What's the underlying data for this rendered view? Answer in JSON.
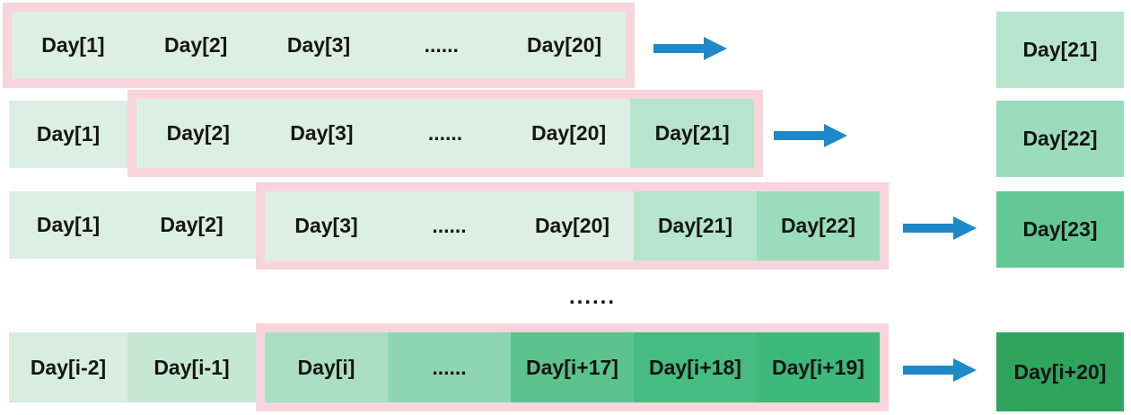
{
  "colors": {
    "window_border": "#f8d4dd",
    "arrow": "#1f88c9",
    "background": "#ffffff",
    "text": "#141414"
  },
  "separator": "......",
  "rows": [
    {
      "outside": [],
      "window": [
        {
          "label": "Day[1]",
          "color": "#dceee5"
        },
        {
          "label": "Day[2]",
          "color": "#dceee5"
        },
        {
          "label": "Day[3]",
          "color": "#dceee5"
        },
        {
          "label": "......",
          "color": "#dceee5"
        },
        {
          "label": "Day[20]",
          "color": "#dceee5"
        }
      ],
      "output": {
        "label": "Day[21]",
        "color": "#b7e4cd"
      }
    },
    {
      "outside": [
        {
          "label": "Day[1]",
          "color": "#dceee5"
        }
      ],
      "window": [
        {
          "label": "Day[2]",
          "color": "#dceee5"
        },
        {
          "label": "Day[3]",
          "color": "#dceee5"
        },
        {
          "label": "......",
          "color": "#dceee5"
        },
        {
          "label": "Day[20]",
          "color": "#dceee5"
        },
        {
          "label": "Day[21]",
          "color": "#b7e4cd"
        }
      ],
      "output": {
        "label": "Day[22]",
        "color": "#9adcbb"
      }
    },
    {
      "outside": [
        {
          "label": "Day[1]",
          "color": "#dceee5"
        },
        {
          "label": "Day[2]",
          "color": "#dceee5"
        }
      ],
      "window": [
        {
          "label": "Day[3]",
          "color": "#dceee5"
        },
        {
          "label": "......",
          "color": "#dceee5"
        },
        {
          "label": "Day[20]",
          "color": "#dceee5"
        },
        {
          "label": "Day[21]",
          "color": "#b7e4cd"
        },
        {
          "label": "Day[22]",
          "color": "#9adcbb"
        }
      ],
      "output": {
        "label": "Day[23]",
        "color": "#63c893"
      }
    },
    {
      "outside": [
        {
          "label": "Day[i-2]",
          "color": "#d8ecdf"
        },
        {
          "label": "Day[i-1]",
          "color": "#c6e8d3"
        }
      ],
      "window": [
        {
          "label": "Day[i]",
          "color": "#aadfc4"
        },
        {
          "label": "......",
          "color": "#8ed6b1"
        },
        {
          "label": "Day[i+17]",
          "color": "#5cc38e"
        },
        {
          "label": "Day[i+18]",
          "color": "#45bc81"
        },
        {
          "label": "Day[i+19]",
          "color": "#3cb97b"
        }
      ],
      "output": {
        "label": "Day[i+20]",
        "color": "#2ea45e"
      }
    }
  ]
}
